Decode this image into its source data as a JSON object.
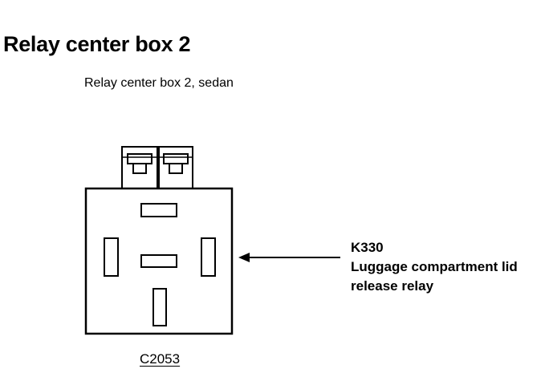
{
  "header": {
    "title": "Relay center box 2",
    "subtitle": "Relay center box 2, sedan"
  },
  "component": {
    "id": "K330",
    "description_line1": "Luggage compartment lid",
    "description_line2": "release relay"
  },
  "connector": {
    "label": "C2053"
  },
  "colors": {
    "ink": "#000000",
    "background": "#ffffff"
  }
}
